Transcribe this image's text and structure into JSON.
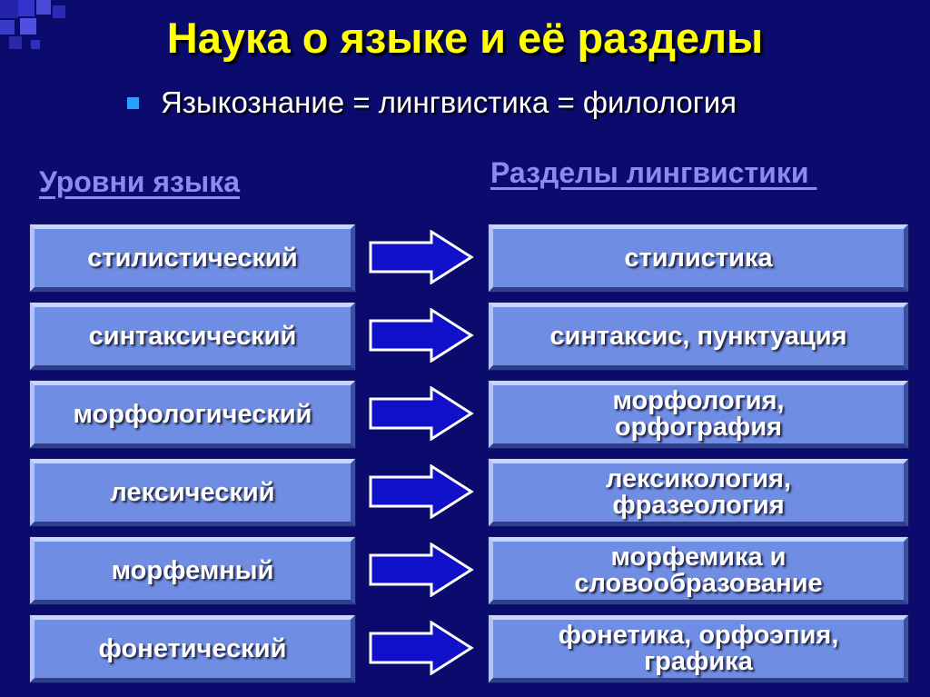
{
  "slide": {
    "title": "Наука о языке и её разделы",
    "subtitle": "Языкознание = лингвистика = филология"
  },
  "columns": {
    "left_header": "Уровни языка",
    "right_header": "Разделы лингвистики "
  },
  "rows": [
    {
      "level": "стилистический",
      "section": "стилистика"
    },
    {
      "level": "синтаксический",
      "section": "синтаксис, пунктуация"
    },
    {
      "level": "морфологический",
      "section": "морфология,\nорфография"
    },
    {
      "level": "лексический",
      "section": "лексикология,\nфразеология"
    },
    {
      "level": "морфемный",
      "section": "морфемика и\nсловообразование"
    },
    {
      "level": "фонетический",
      "section": "фонетика, орфоэпия,\nграфика"
    }
  ],
  "colors": {
    "background": "#0b0b6e",
    "title": "#ffff00",
    "header": "#8a8af0",
    "box_fill": "#6f8de2",
    "arrow_fill": "#1010c8",
    "bullet": "#2aa0ff"
  }
}
